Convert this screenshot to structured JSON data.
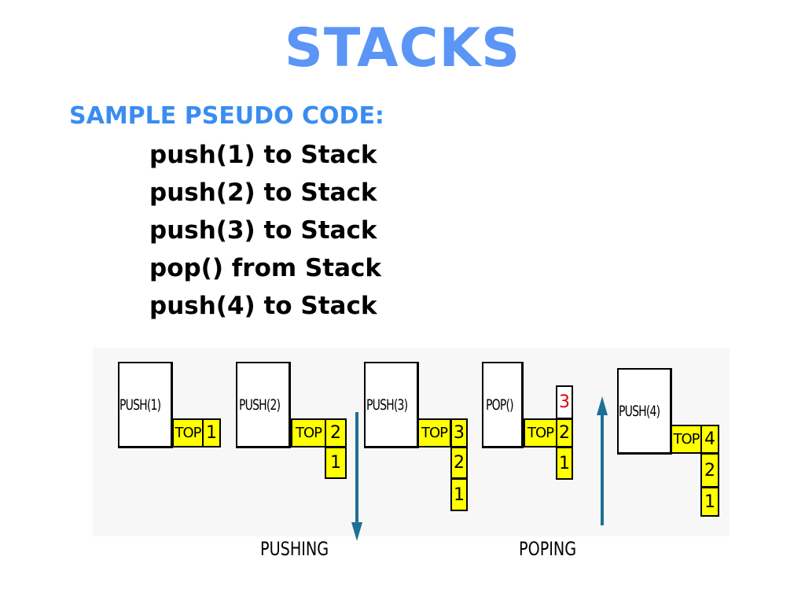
{
  "slide": {
    "title": "STACKS",
    "subtitle": "SAMPLE PSEUDO CODE:",
    "code_lines": [
      "push(1) to Stack",
      "push(2) to Stack",
      "push(3) to Stack",
      "pop() from Stack",
      "push(4) to Stack"
    ]
  },
  "diagram": {
    "top_label": "TOP",
    "steps": [
      {
        "op": "PUSH(1)",
        "stack": [
          "1"
        ]
      },
      {
        "op": "PUSH(2)",
        "stack": [
          "2",
          "1"
        ]
      },
      {
        "op": "PUSH(3)",
        "stack": [
          "3",
          "2",
          "1"
        ]
      },
      {
        "op": "POP()",
        "popped": "3",
        "stack": [
          "2",
          "1"
        ]
      },
      {
        "op": "PUSH(4)",
        "stack": [
          "4",
          "2",
          "1"
        ]
      }
    ],
    "pushing_label": "PUSHING",
    "poping_label": "POPING",
    "colors": {
      "cell": "#ffff00",
      "arrow": "#1f6f94",
      "popped_text": "#e00000",
      "title": "#5b95f5"
    }
  }
}
